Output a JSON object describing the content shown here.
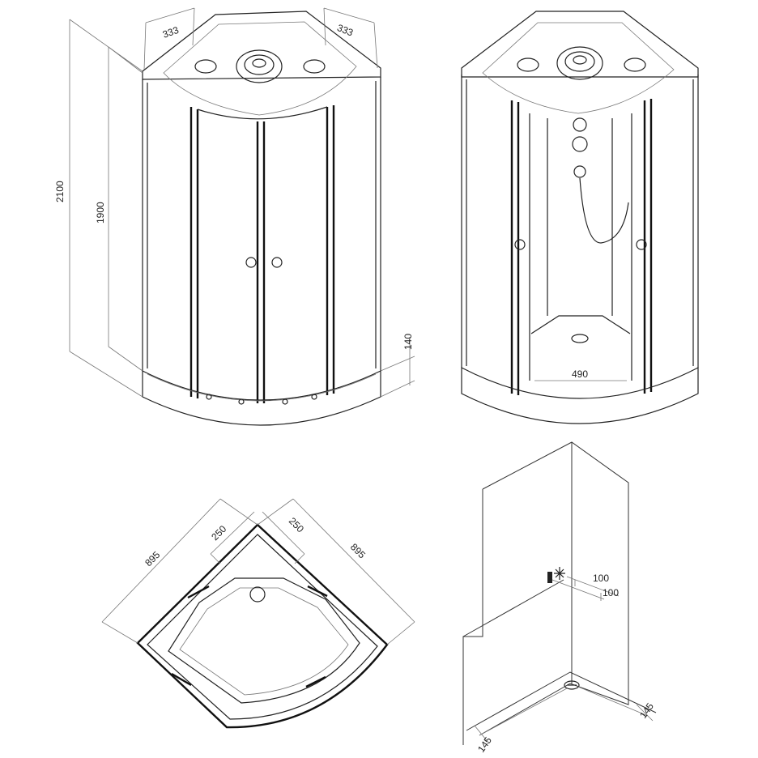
{
  "views": {
    "front_view": {
      "top_width_left": "333",
      "top_width_right": "333",
      "total_height": "2100",
      "door_height": "1900",
      "tray_height": "140"
    },
    "open_view": {
      "tray_inner_width": "490"
    },
    "plan_view": {
      "side_left": "895",
      "side_right": "895",
      "flat_left": "250",
      "flat_right": "250"
    },
    "install_view": {
      "outlet_offset_a": "100",
      "outlet_offset_b": "100",
      "drain_offset_right": "145",
      "drain_offset_left": "145"
    }
  },
  "icons": [
    "faucet-icon",
    "snowflake-icon",
    "drain-icon",
    "knob-icon"
  ]
}
